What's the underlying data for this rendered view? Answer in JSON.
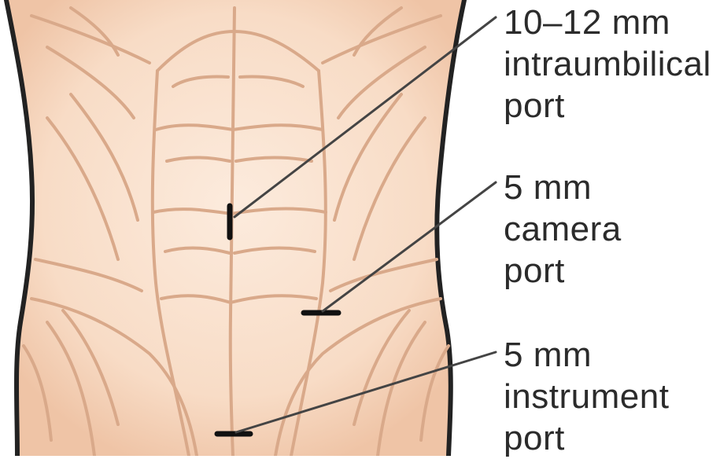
{
  "labels": {
    "intraumbilical": {
      "line1": "10–12 mm",
      "line2": "intraumbilical",
      "line3": "port"
    },
    "camera": {
      "line1": "5 mm",
      "line2": "camera",
      "line3": "port"
    },
    "instrument": {
      "line1": "5 mm",
      "line2": "instrument",
      "line3": "port"
    }
  },
  "colors": {
    "skin_center": "#fbe7d8",
    "skin_edge": "#efc6a8",
    "muscle_lines": "#d9a98a",
    "body_outline": "#222222",
    "port_marks": "#111111",
    "leader_lines": "#444444",
    "label_text": "#2b2b2b"
  }
}
